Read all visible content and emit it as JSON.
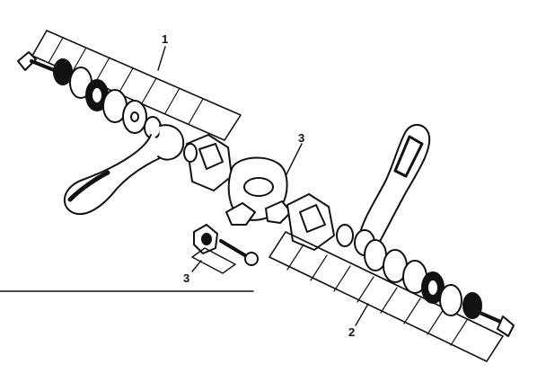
{
  "diagram": {
    "callouts": [
      {
        "id": "1",
        "label": "1"
      },
      {
        "id": "2",
        "label": "2"
      },
      {
        "id": "3a",
        "label": "3"
      },
      {
        "id": "3b",
        "label": "3"
      }
    ],
    "parts": [
      "left-bolt",
      "left-washers",
      "left-crank-arm",
      "left-shaft-dog",
      "center-bracket",
      "right-shaft-dog",
      "right-crank-arm",
      "right-washers",
      "right-bolt",
      "set-nut",
      "set-bolt"
    ]
  }
}
